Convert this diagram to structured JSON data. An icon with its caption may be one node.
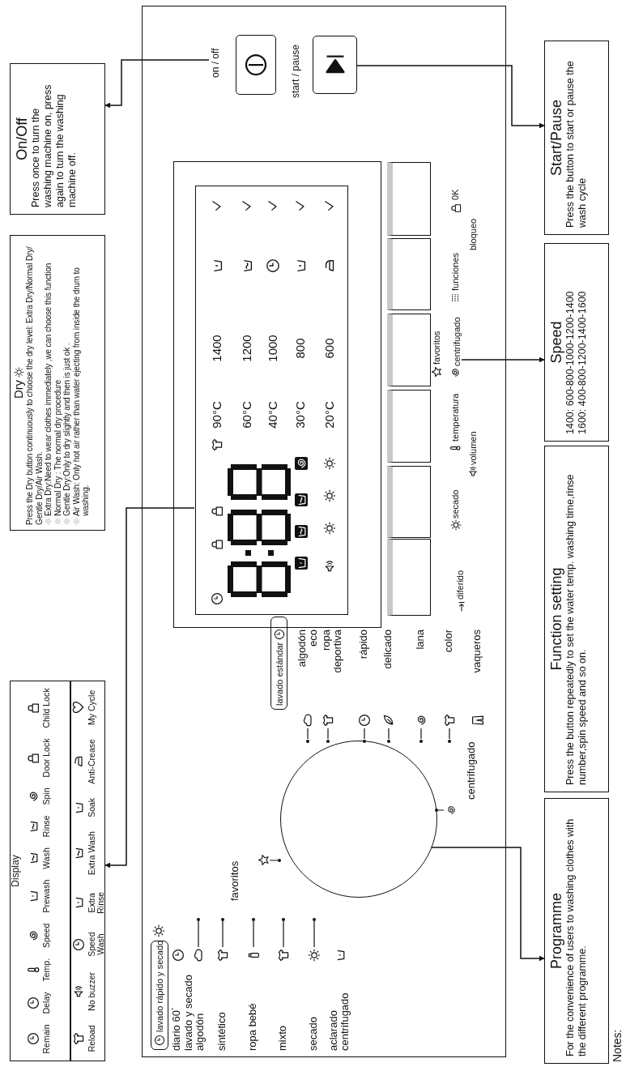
{
  "diagram": {
    "nodes": [
      {
        "text": [
          "On/Off",
          "Press once to turn the washing machine on, press again to turn the washing machine off."
        ]
      },
      {
        "text": [
          "Dry",
          "Press the Dry button continuously to choose the dry level: Extra Dry/Normal Dry/ Gentle Dry/Air Wash.",
          "Extra Dry:Need to wear clothes immediately ,we can choose this function",
          "Normal Dry : The normal dry procedure",
          "Gentle Dry:Only to dry slightly and then is just ok .",
          "Air Wash: Only hot air rather than water ejecting from inside the drum to washing."
        ]
      },
      {
        "text": [
          "Display",
          "Remain",
          "Delay",
          "Temp.",
          "Speed",
          "Prewash",
          "Wash",
          "Rinse",
          "Spin",
          "Door Lock",
          "Child Lock",
          "Reload",
          "No buzzer",
          "Speed Wash",
          "Extra Rinse",
          "Extra Wash",
          "Soak",
          "Anti-Crease",
          "My Cycle"
        ]
      },
      {
        "text": [],
        "shape": "box"
      },
      {
        "text": [
          "on / off"
        ],
        "in": 3
      },
      {
        "text": [],
        "shape": "box",
        "in": 3,
        "beside": [
          "start / pause"
        ]
      },
      {
        "text": [],
        "shape": "box",
        "in": 3
      },
      {
        "text": [
          "lavado rápido y secado"
        ],
        "in": 3
      },
      {
        "text": [
          "lavado estándar"
        ],
        "in": 3
      },
      {
        "text": [],
        "shape": "circle",
        "in": 3
      },
      {
        "text": [
          "centrifugado"
        ],
        "in": 3
      },
      {
        "text": [
          "Start/Pause",
          "Press the button to start or pause the wash cycle"
        ]
      },
      {
        "text": [
          "Speed",
          "1400: 600-800-1000-1200-1400",
          "1600: 400-800-1200-1400-1600"
        ]
      },
      {
        "text": [
          "Function setting",
          "Press the button repeatedly to set the water temp. washing time,rinse number,spin speed and so on."
        ]
      },
      {
        "text": [
          "Programme",
          "For the convenience of users to washing clothes with the different programme."
        ]
      },
      {
        "text": [],
        "shape": "box",
        "in": 3
      }
    ],
    "edges": [
      {
        "from": 4,
        "to": 0,
        "arrow": "to"
      },
      {
        "from": 5,
        "to": 11,
        "arrow": "to"
      },
      {
        "from": 6,
        "to": 2,
        "arrow": "to"
      },
      {
        "from": 10,
        "to": 12,
        "arrow": "to"
      },
      {
        "from": 9,
        "to": 14,
        "arrow": "to"
      }
    ],
    "labels": [
      "1400",
      "1200",
      "1000",
      "800",
      "600",
      "90°C",
      "60°C",
      "40°C",
      "30°C",
      "20°C",
      "diferido",
      "secado",
      "volumen",
      "temperatura",
      "favoritos",
      "funciones",
      "bloqueo",
      "0K",
      "favoritos",
      "diario 60´",
      "lavado y secado algodón",
      "sintético",
      "ropa bebé",
      "mixto",
      "secado",
      "aclarado centrifugado",
      "centrifugado",
      "algodón eco",
      "ropa deportiva",
      "rápido",
      "delicado",
      "lana",
      "color",
      "vaqueros",
      "Notes:"
    ]
  }
}
